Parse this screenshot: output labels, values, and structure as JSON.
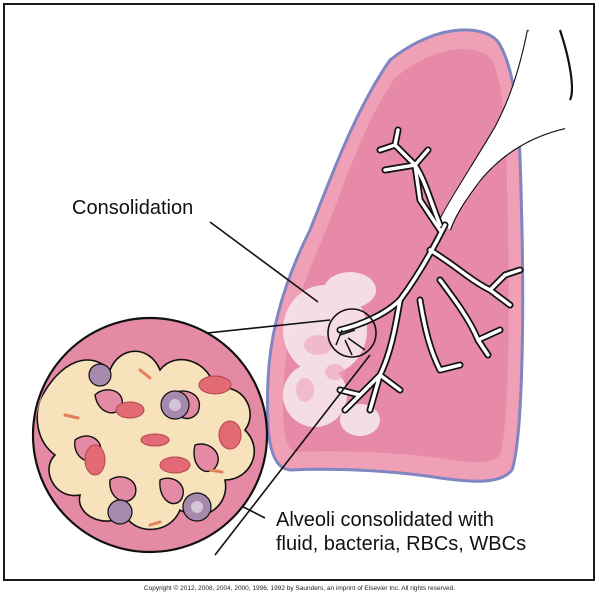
{
  "labels": {
    "consolidation": "Consolidation",
    "alveoli_line1": "Alveoli consolidated with",
    "alveoli_line2": "fluid, bacteria, RBCs, WBCs"
  },
  "copyright": "Copyright © 2012, 2008, 2004, 2000, 1996, 1992 by Saunders, an imprint of Elsevier Inc. All rights reserved.",
  "colors": {
    "lung_outline": "#7f86c0",
    "lung_fill": "#f0a7bd",
    "lung_inner": "#e48ba8",
    "airway": "#ffffff",
    "alveolus_fill": "#f7e3bd",
    "rbc": "#e36a74",
    "wbc": "#a58aad",
    "consolidation_patch": "#f7e9ee"
  }
}
